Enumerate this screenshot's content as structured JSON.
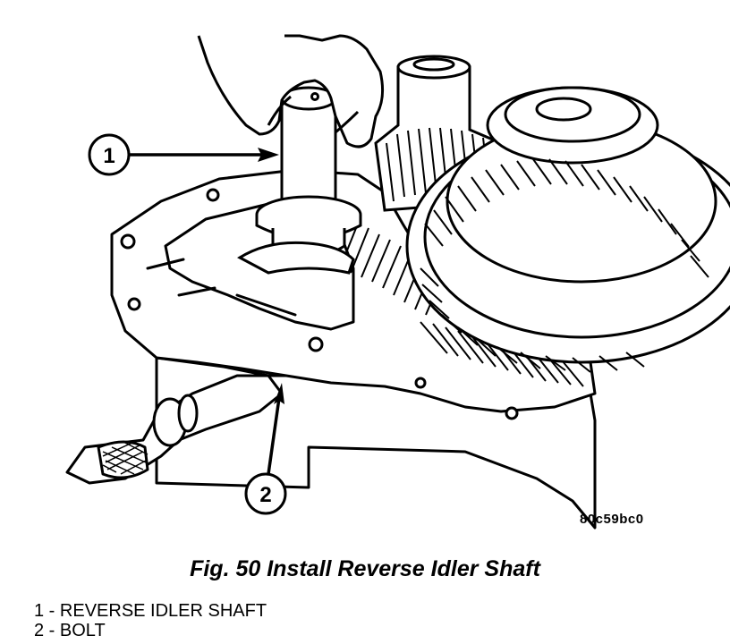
{
  "callouts": [
    {
      "number": "1"
    },
    {
      "number": "2"
    }
  ],
  "figure_code": "80c59bc0",
  "caption": "Fig. 50 Install Reverse Idler Shaft",
  "legend": [
    {
      "number": "1",
      "text": "REVERSE IDLER SHAFT"
    },
    {
      "number": "2",
      "text": "BOLT"
    }
  ]
}
